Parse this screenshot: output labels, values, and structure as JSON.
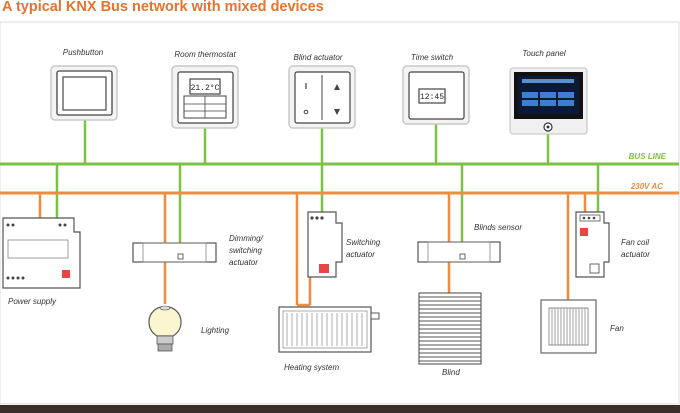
{
  "title": "A typical KNX Bus network with mixed devices",
  "colors": {
    "title": "#e8732a",
    "bus_line": "#7dc242",
    "ac_line": "#f08c3c",
    "device_stroke": "#999999",
    "frame_stroke": "#dddddd"
  },
  "bus": {
    "bus_line_label": "BUS LINE",
    "ac_label": "230V AC"
  },
  "devices_top": {
    "pushbutton": "Pushbutton",
    "thermostat": "Room thermostat",
    "thermostat_display": "21.2°C",
    "blind_actuator": "Blind actuator",
    "time_switch": "Time switch",
    "time_display": "12:45",
    "touch_panel": "Touch panel"
  },
  "devices_bottom": {
    "power_supply": "Power supply",
    "dimming_line1": "Dimming/",
    "dimming_line2": "switching",
    "dimming_line3": "actuator",
    "lighting": "Lighting",
    "switching_line1": "Switching",
    "switching_line2": "actuator",
    "heating": "Heating system",
    "blinds_sensor": "Blinds sensor",
    "blind": "Blind",
    "fan_coil_line1": "Fan coil",
    "fan_coil_line2": "actuator",
    "fan": "Fan"
  }
}
